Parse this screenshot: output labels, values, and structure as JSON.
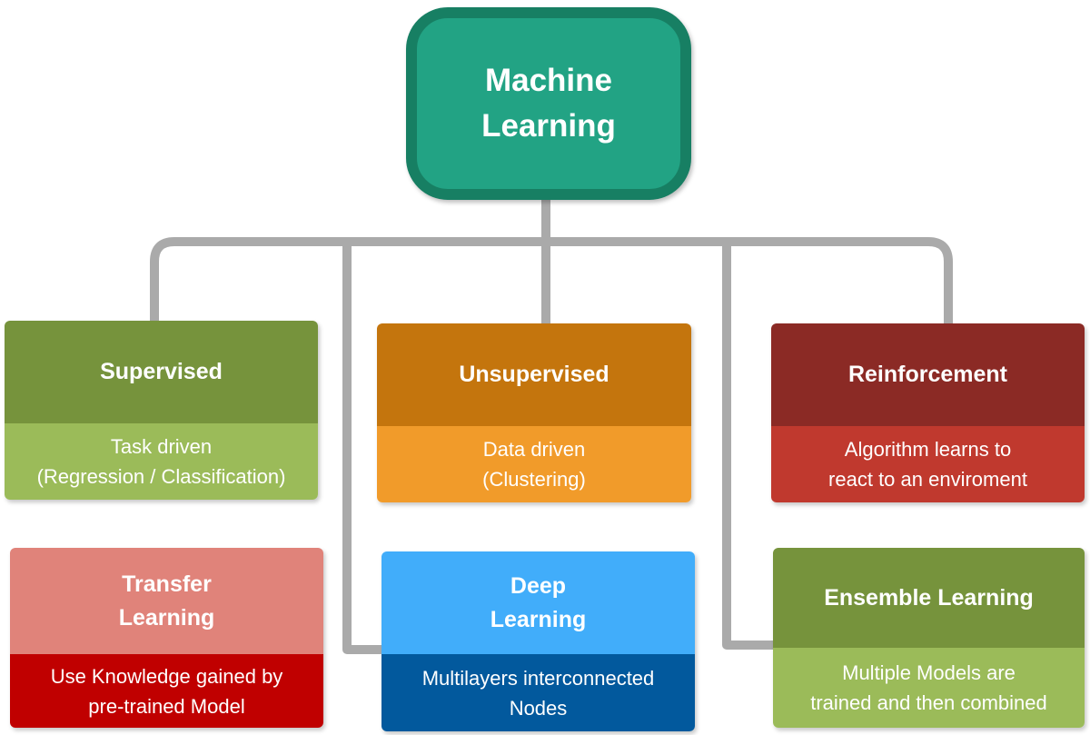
{
  "root": {
    "title": "Machine\nLearning"
  },
  "categories": [
    {
      "id": "supervised",
      "title": "Supervised",
      "description": "Task driven\n(Regression / Classification)",
      "head_color": "#76933c",
      "body_color": "#9bbb59"
    },
    {
      "id": "unsupervised",
      "title": "Unsupervised",
      "description": "Data driven\n(Clustering)",
      "head_color": "#c4750d",
      "body_color": "#f19b2a"
    },
    {
      "id": "reinforcement",
      "title": "Reinforcement",
      "description": "Algorithm learns to\nreact to an enviroment",
      "head_color": "#8b2a25",
      "body_color": "#c0392e"
    },
    {
      "id": "transfer",
      "title": "Transfer\nLearning",
      "description": "Use Knowledge gained by\npre-trained Model",
      "head_color": "#e0837a",
      "body_color": "#c00000"
    },
    {
      "id": "deep",
      "title": "Deep\nLearning",
      "description": "Multilayers interconnected\nNodes",
      "head_color": "#41adfa",
      "body_color": "#02599d"
    },
    {
      "id": "ensemble",
      "title": "Ensemble Learning",
      "description": "Multiple Models are\ntrained and then combined",
      "head_color": "#76933c",
      "body_color": "#9bbb59"
    }
  ],
  "colors": {
    "root_fill": "#22a384",
    "root_border": "#177f63",
    "connector": "#aaaaaa"
  }
}
